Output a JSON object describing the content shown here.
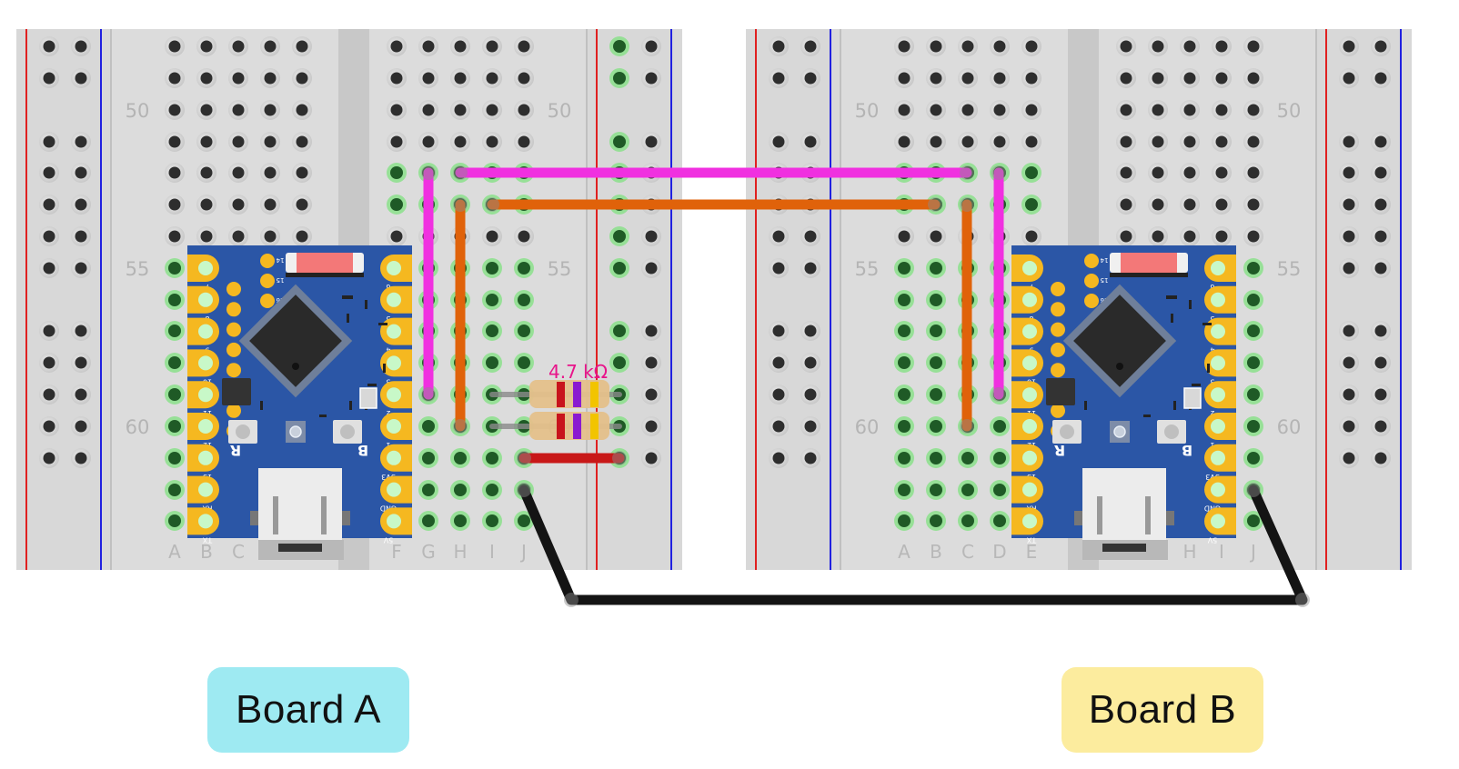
{
  "diagram": {
    "boards": [
      {
        "id": "A",
        "label": "Board A",
        "label_color": "#9eeaf2"
      },
      {
        "id": "B",
        "label": "Board B",
        "label_color": "#fcec9e"
      }
    ],
    "breadboard": {
      "row_numbers": [
        "50",
        "55",
        "60"
      ],
      "left_columns": [
        "A",
        "B",
        "C",
        "D",
        "E"
      ],
      "right_columns": [
        "F",
        "G",
        "H",
        "I",
        "J"
      ],
      "rail_colors": {
        "positive": "#e02020",
        "negative": "#2020e0"
      }
    },
    "microcontroller": {
      "left_pin_labels": [
        "7",
        "8",
        "9",
        "10",
        "11",
        "12",
        "13",
        "RX",
        "TX"
      ],
      "right_pin_labels": [
        "6",
        "5",
        "4",
        "3",
        "2",
        "1",
        "3V3",
        "GND",
        "5V"
      ],
      "top_pad_labels": [
        "14",
        "15",
        "16"
      ],
      "button_labels": [
        "R",
        "B"
      ]
    },
    "resistor": {
      "label": "4.7 kΩ",
      "count": 2,
      "bands": [
        "#c8141c",
        "#8a1ad0",
        "#f2c400"
      ]
    },
    "wires": [
      {
        "name": "sda-wire",
        "color": "#f030e0"
      },
      {
        "name": "scl-wire",
        "color": "#e0620a"
      },
      {
        "name": "power-jumper",
        "color": "#c81818"
      },
      {
        "name": "ground-wire",
        "color": "#141414"
      }
    ]
  }
}
